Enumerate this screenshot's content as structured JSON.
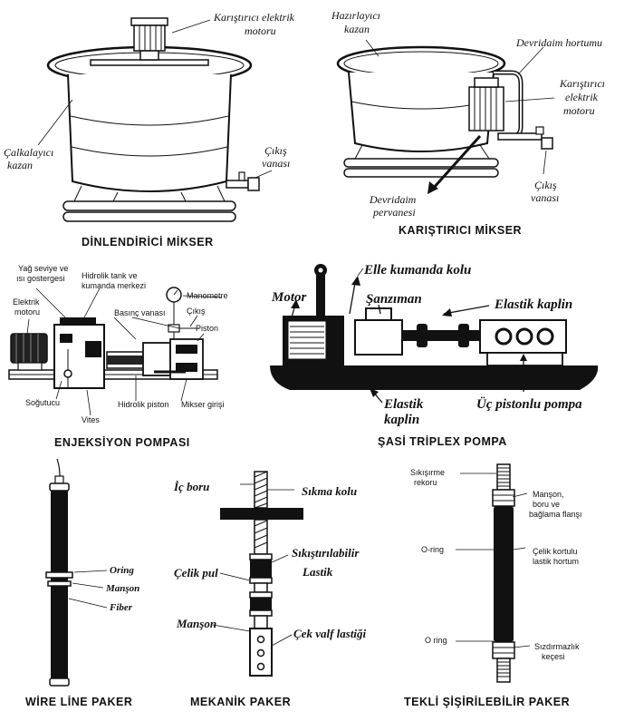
{
  "panels": {
    "dinlendirici": {
      "caption": "DİNLENDİRİCİ MİKSER",
      "labels": {
        "motor_1": "Karıştırıcı elektrik",
        "motor_2": "motoru",
        "kazan_1": "Çalkalayıcı",
        "kazan_2": "kazan",
        "vana_1": "Çıkış",
        "vana_2": "vanası"
      }
    },
    "karistirici": {
      "caption": "KARIŞTIRICI MİKSER",
      "labels": {
        "kazan_1": "Hazırlayıcı",
        "kazan_2": "kazan",
        "hortum": "Devridaim hortumu",
        "motor_1": "Karıştırıcı",
        "motor_2": "elektrik",
        "motor_3": "motoru",
        "vana_1": "Çıkış",
        "vana_2": "vanası",
        "pervane_1": "Devridaim",
        "pervane_2": "pervanesi"
      }
    },
    "enjeksiyon": {
      "caption": "ENJEKSİYON POMPASI",
      "labels": {
        "yag_1": "Yağ seviye ve",
        "yag_2": "ısı gostergesi",
        "tank_1": "Hidrolik tank ve",
        "tank_2": "kumanda merkezi",
        "manometre": "Manometre",
        "elektrik_1": "Elektrik",
        "elektrik_2": "motoru",
        "basinc": "Basınç vanası",
        "cikis": "Çıkış",
        "piston": "Piston",
        "sogutucu": "Soğutucu",
        "hidrolik_piston": "Hidrolik piston",
        "mikser_girisi": "Mikser girişi",
        "vites": "Vites"
      }
    },
    "triplex": {
      "caption": "ŞASİ  TRİPLEX POMPA",
      "labels": {
        "kol": "Elle kumanda kolu",
        "motor": "Motor",
        "sanziman": "Şanzıman",
        "kaplin": "Elastik kaplin",
        "kaplin2_1": "Elastik",
        "kaplin2_2": "kaplin",
        "pompa": "Üç pistonlu pompa"
      }
    },
    "wireline": {
      "caption": "WİRE LİNE PAKER",
      "labels": {
        "oring": "Oring",
        "manson": "Manşon",
        "fiber": "Fiber"
      }
    },
    "mekanik": {
      "caption": "MEKANİK PAKER",
      "labels": {
        "ic_boru": "İç boru",
        "sikma_kolu": "Sıkma kolu",
        "lastik_1": "Sıkıştırılabilir",
        "lastik_2": "Lastik",
        "celik_pul": "Çelik pul",
        "manson": "Manşon",
        "cek_valf": "Çek valf lastiği"
      }
    },
    "tekli": {
      "caption": "TEKLİ ŞİŞİRİLEBİLİR PAKER",
      "labels": {
        "sikistirme_1": "Sıkışırme",
        "sikistirme_2": "rekoru",
        "manson_1": "Manşon,",
        "manson_2": "boru ve",
        "manson_3": "bağlama flanşı",
        "oring_1": "O-ring",
        "celik_1": "Çelik kortulu",
        "celik_2": "lastik hortum",
        "oring_2": "O ring",
        "keci_1": "Sızdırmazlık",
        "keci_2": "keçesi"
      }
    }
  }
}
